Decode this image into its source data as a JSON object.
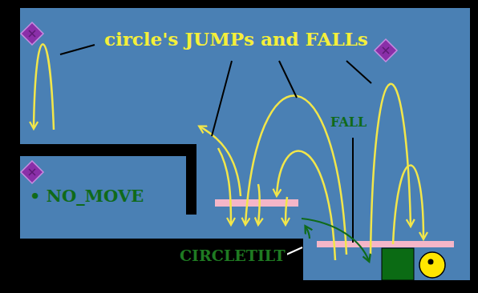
{
  "diagram": {
    "labels": [
      "circle's JUMPs and FALLs",
      "FALL",
      "• NO_MOVE",
      "CIRCLETILT"
    ]
  }
}
